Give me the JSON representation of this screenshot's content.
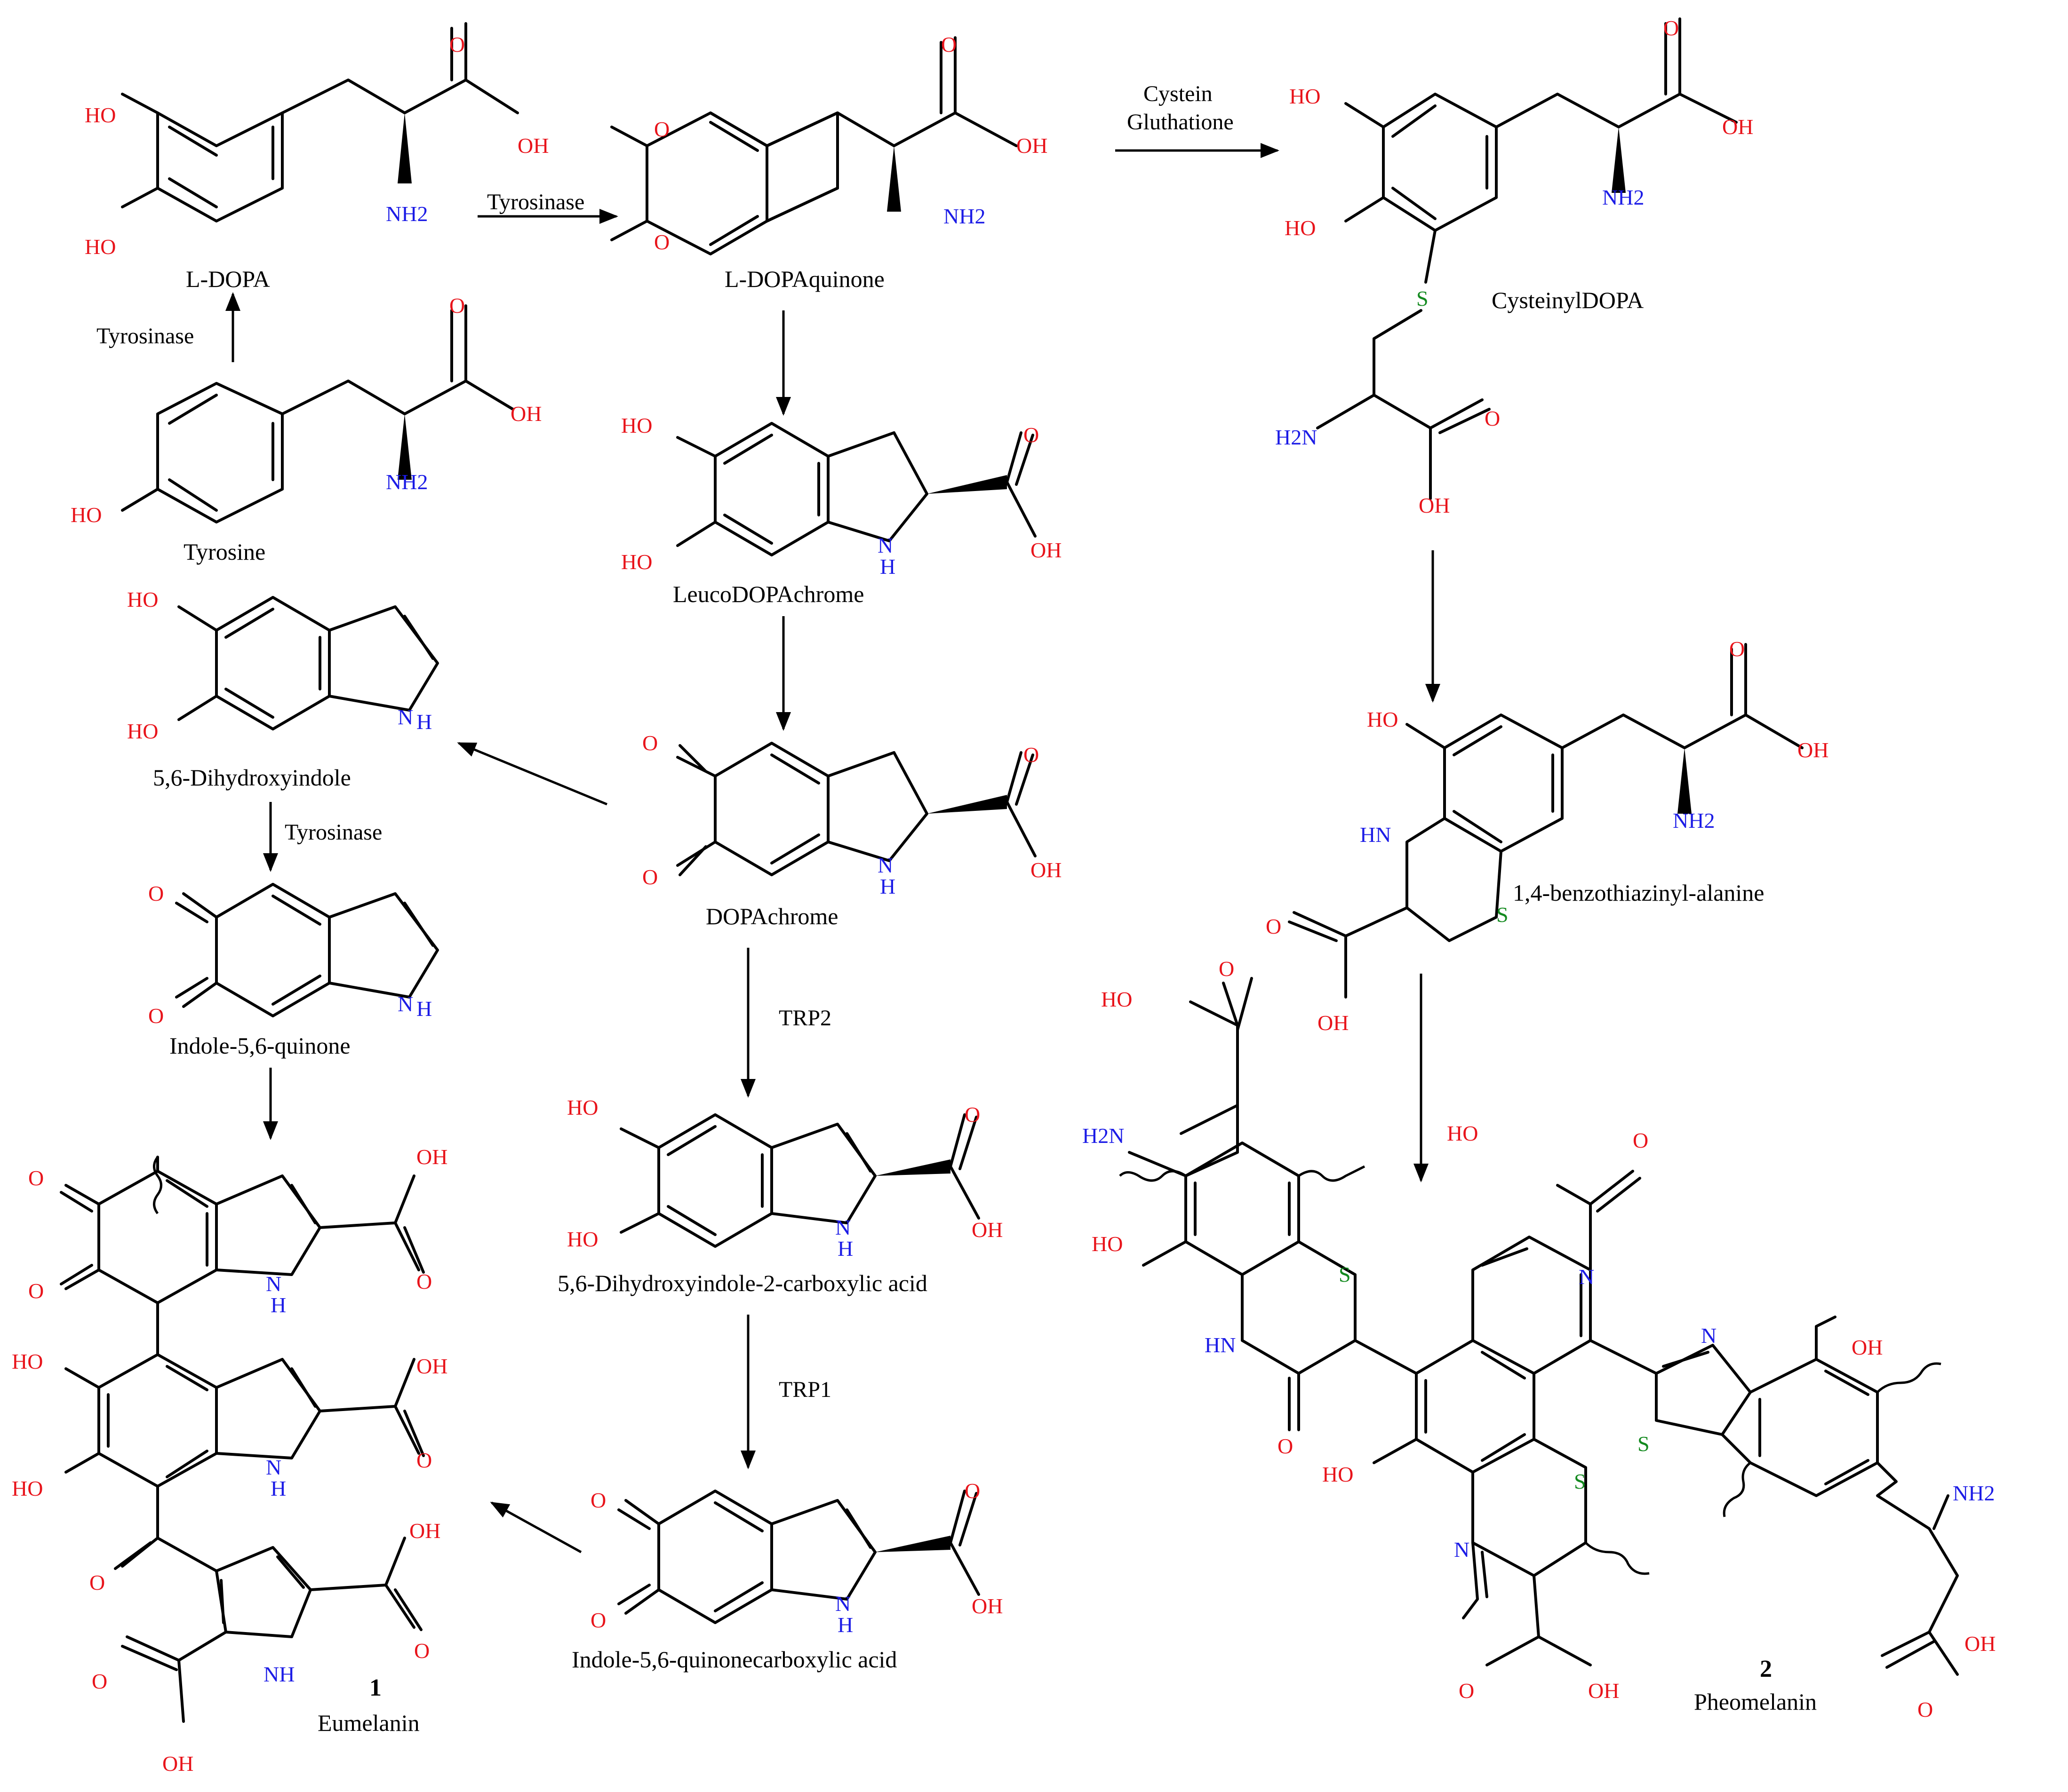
{
  "compounds": {
    "ldopa": "L-DOPA",
    "tyrosine": "Tyrosine",
    "ldopaquinone": "L-DOPAquinone",
    "cysteinyldopa": "CysteinylDOPA",
    "leucodopachrome": "LeucoDOPAchrome",
    "dopachrome": "DOPAchrome",
    "dhi": "5,6-Dihydroxyindole",
    "indolequinone": "Indole-5,6-quinone",
    "dhica": "5,6-Dihydroxyindole-2-carboxylic acid",
    "iqca": "Indole-5,6-quinonecarboxylic acid",
    "btz": "1,4-benzothiazinyl-alanine",
    "eumelanin": "Eumelanin",
    "pheomelanin": "Pheomelanin"
  },
  "numbers": {
    "eumelanin": "1",
    "pheomelanin": "2"
  },
  "enzymes": {
    "tyrosinase": "Tyrosinase",
    "cystein": "Cystein",
    "gluthatione": "Gluthatione",
    "trp2": "TRP2",
    "trp1": "TRP1"
  },
  "atoms": {
    "O": "O",
    "OH": "OH",
    "HO": "HO",
    "NH2": "NH2",
    "H2N": "H2N",
    "NH": "NH",
    "HN": "HN",
    "N": "N",
    "S": "S",
    "H": "H"
  },
  "colors": {
    "oxygen": "#e8141b",
    "nitrogen": "#1c1ce6",
    "sulfur": "#138a1f",
    "bond": "#000000"
  }
}
